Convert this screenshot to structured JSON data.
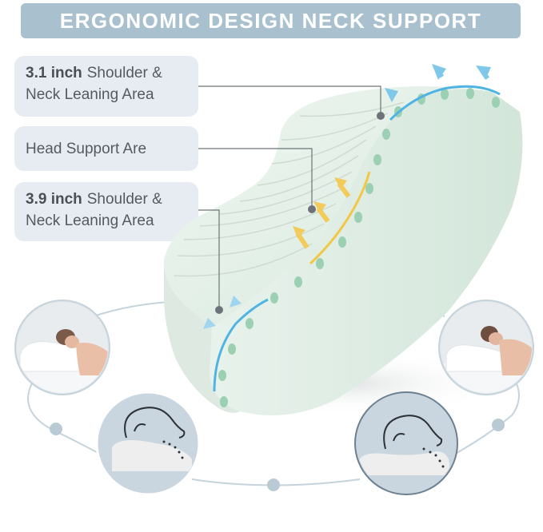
{
  "banner": {
    "title": "ERGONOMIC DESIGN NECK SUPPORT"
  },
  "labels": [
    {
      "measure": "3.1 inch",
      "line1": "Shoulder &",
      "line2": "Neck Leaning Area"
    },
    {
      "text": "Head Support Are"
    },
    {
      "measure": "3.9 inch",
      "line1": "Shoulder &",
      "line2": "Neck Leaning Area"
    }
  ],
  "colors": {
    "banner": "#a9c1cf",
    "label_box": "#e6ecf2",
    "foam": "#e3efe7",
    "foam_holes": "#9cd0b3",
    "arrow_blue": "#7ec8ea",
    "arrow_yellow": "#f2cb5a",
    "ring": "#c5d3dc"
  },
  "icons": [
    "up-arrow-icon",
    "pillow-icon",
    "sleeping-person-icon",
    "head-profile-icon"
  ]
}
